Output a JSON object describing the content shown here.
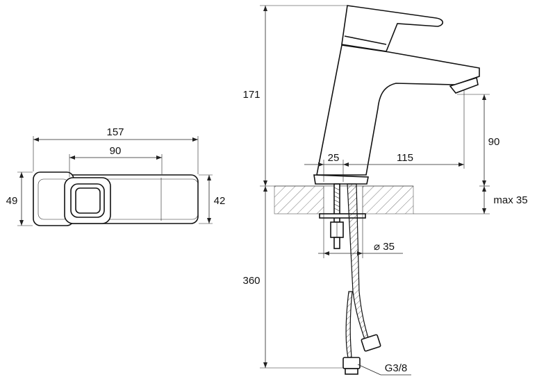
{
  "dimensions": {
    "top_view": {
      "overall_length": "157",
      "handle_length": "90",
      "handle_width": "49",
      "body_width": "42"
    },
    "side_view": {
      "height": "171",
      "spout_height": "90",
      "base_offset": "25",
      "spout_reach": "115",
      "deck_thickness": "max 35",
      "hole_diameter": "⌀ 35",
      "hose_length": "360",
      "thread": "G3/8"
    }
  }
}
